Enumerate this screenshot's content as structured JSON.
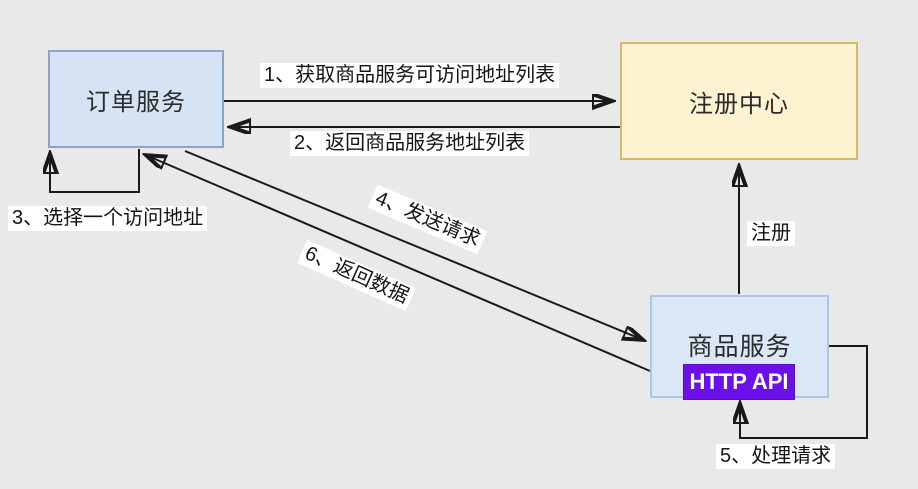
{
  "diagram": {
    "type": "service-discovery-flow",
    "nodes": [
      {
        "id": "order-service",
        "label": "订单服务",
        "fill": "#d6e3f5",
        "border": "#8aa3c7"
      },
      {
        "id": "registry",
        "label": "注册中心",
        "fill": "#fdf3d0",
        "border": "#d4ba6a"
      },
      {
        "id": "product-service",
        "label": "商品服务",
        "fill": "#d9e7f6",
        "border": "#a9c7e7"
      },
      {
        "id": "http-api",
        "label": "HTTP API",
        "fill": "#6b10e8",
        "text_color": "#ffffff"
      }
    ],
    "edges": [
      {
        "id": "get-address-list",
        "from": "order-service",
        "to": "registry",
        "label": "1、获取商品服务可访问地址列表"
      },
      {
        "id": "return-address-list",
        "from": "registry",
        "to": "order-service",
        "label": "2、返回商品服务地址列表"
      },
      {
        "id": "choose-address",
        "from": "order-service",
        "to": "order-service",
        "label": "3、选择一个访问地址"
      },
      {
        "id": "send-request",
        "from": "order-service",
        "to": "product-service",
        "label": "4、发送请求"
      },
      {
        "id": "handle-request",
        "from": "product-service",
        "to": "product-service",
        "label": "5、处理请求"
      },
      {
        "id": "return-data",
        "from": "product-service",
        "to": "order-service",
        "label": "6、返回数据"
      },
      {
        "id": "register",
        "from": "product-service",
        "to": "registry",
        "label": "注册"
      }
    ],
    "colors": {
      "background": "#e9e9e9",
      "line": "#1a1a1a",
      "label_background": "#ffffff",
      "label_text": "#141414"
    }
  }
}
